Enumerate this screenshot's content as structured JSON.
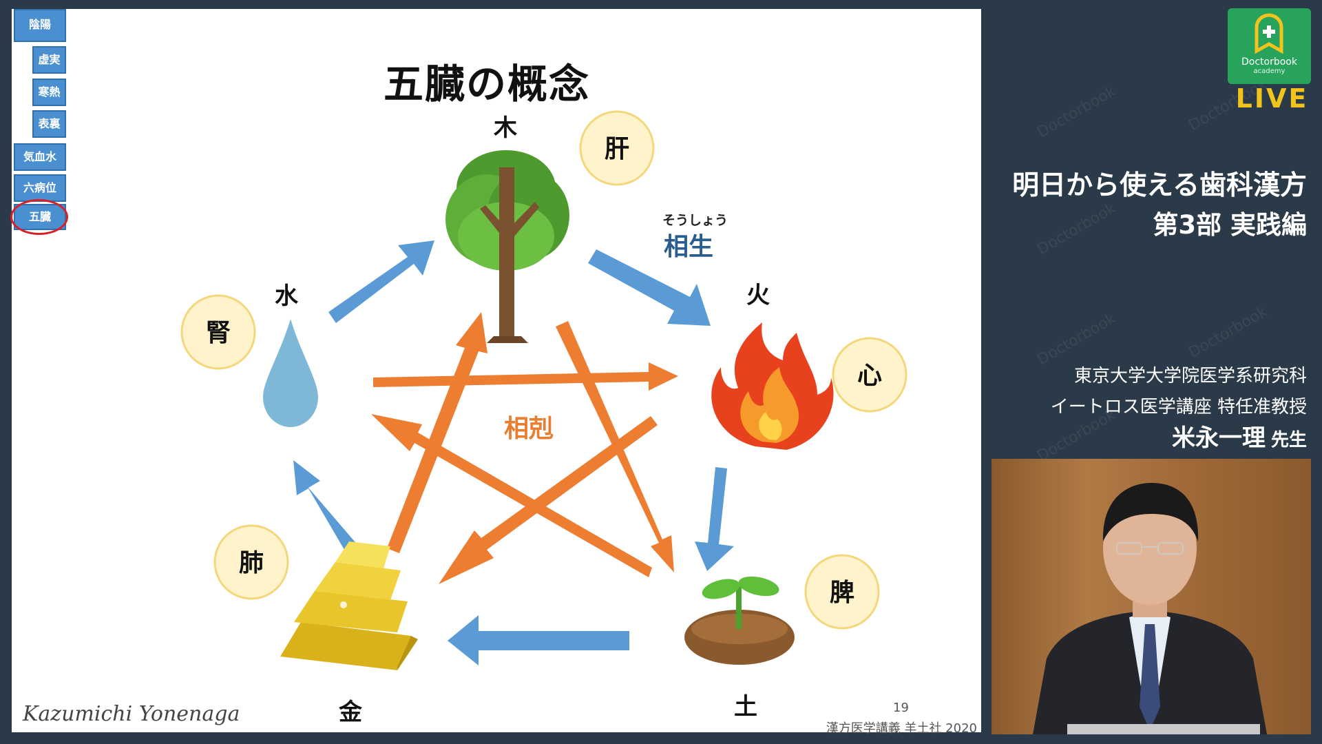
{
  "nav": {
    "items": [
      {
        "label": "陰陽",
        "active": false
      },
      {
        "label": "虚実",
        "active": false
      },
      {
        "label": "寒熱",
        "active": false
      },
      {
        "label": "表裏",
        "active": false
      },
      {
        "label": "気血水",
        "active": false
      },
      {
        "label": "六病位",
        "active": false
      },
      {
        "label": "五臓",
        "active": true
      }
    ]
  },
  "slide": {
    "title": "五臓の概念",
    "elements": {
      "wood": "木",
      "fire": "火",
      "earth": "土",
      "metal": "金",
      "water": "水"
    },
    "organs": {
      "liver": "肝",
      "heart": "心",
      "spleen": "脾",
      "lung": "肺",
      "kidney": "腎"
    },
    "generating_cycle": {
      "ruby": "そうしょう",
      "label": "相生"
    },
    "controlling_cycle": {
      "label": "相剋"
    },
    "page_number": "19",
    "signature": "Kazumichi Yonenaga",
    "copyright": "漢方医学講義 羊土社 2020"
  },
  "brand": {
    "logo_text": "Doctorbook",
    "logo_sub": "academy",
    "live": "LIVE"
  },
  "course": {
    "title": "明日から使える歯科漢方",
    "part": "第3部 実践編"
  },
  "lecturer": {
    "affiliation1": "東京大学大学院医学系研究科",
    "affiliation2": "イートロス医学講座 特任准教授",
    "name": "米永一理",
    "suffix": "先生"
  },
  "colors": {
    "background": "#2b3a48",
    "nav_button": "#4a90d0",
    "nav_active_ring": "#d6202a",
    "generating_arrow": "#5b9bd5",
    "controlling_arrow": "#ed7d31",
    "organ_circle_fill": "#fff3cc",
    "organ_circle_stroke": "#f3d77a",
    "live_text": "#f2c31c",
    "logo_green": "#27a35c"
  }
}
